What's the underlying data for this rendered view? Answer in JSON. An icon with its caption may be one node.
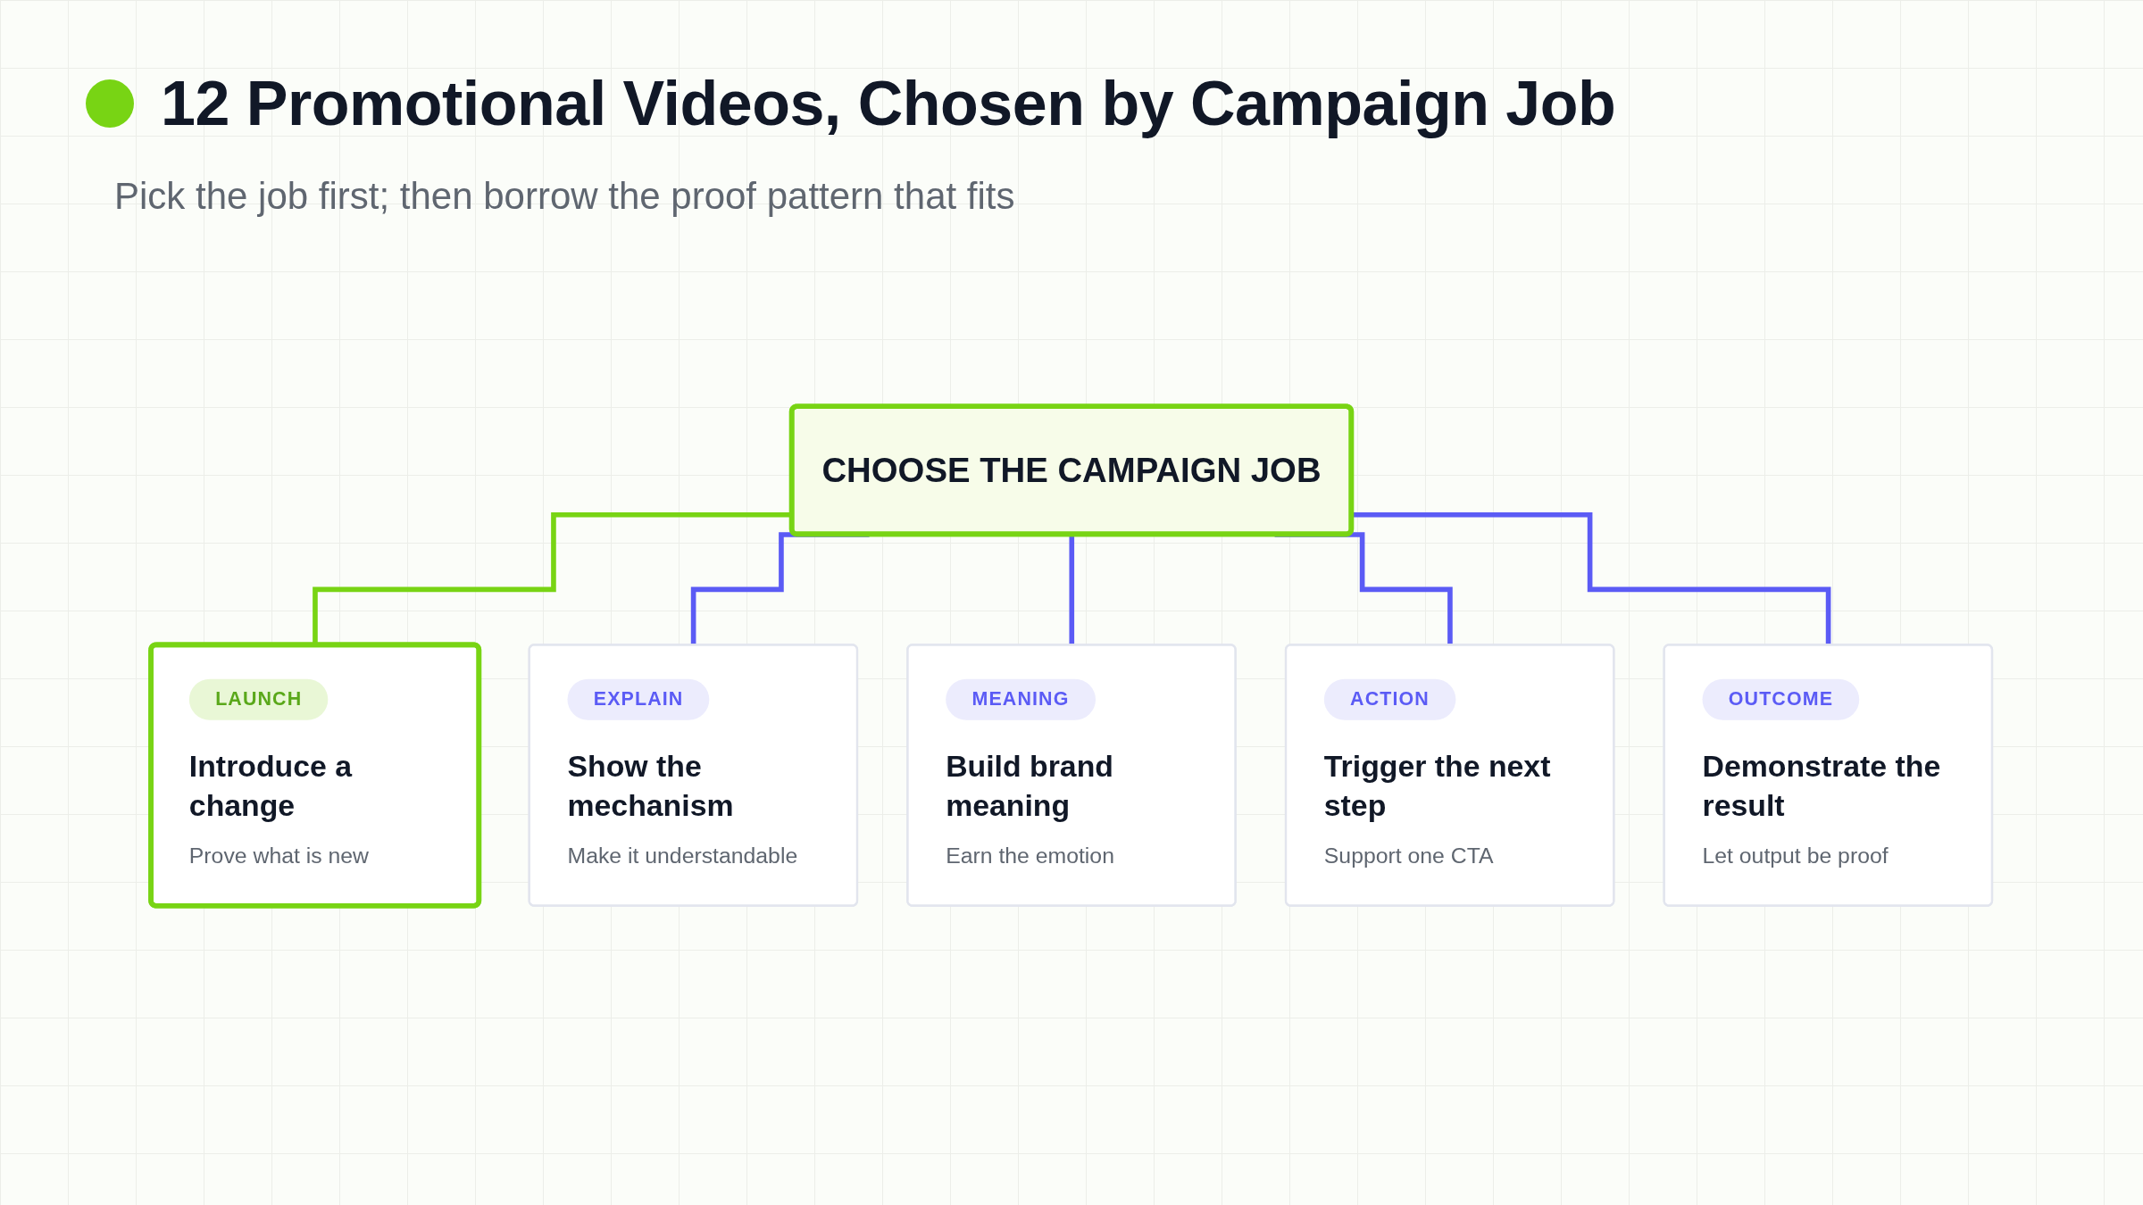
{
  "diagram": {
    "title": "12 Promotional Videos, Chosen by Campaign Job",
    "nodes": [
      {
        "text": [
          "CHOOSE THE CAMPAIGN JOB"
        ]
      },
      {
        "text": [
          "LAUNCH",
          "Introduce a change",
          "Prove what is new"
        ]
      },
      {
        "text": [
          "EXPLAIN",
          "Show the mechanism",
          "Make it understandable"
        ]
      },
      {
        "text": [
          "MEANING",
          "Build brand meaning",
          "Earn the emotion"
        ]
      },
      {
        "text": [
          "ACTION",
          "Trigger the next step",
          "Support one CTA"
        ]
      },
      {
        "text": [
          "OUTCOME",
          "Demonstrate the result",
          "Let output be proof"
        ]
      }
    ],
    "edges": [
      {
        "from": 0,
        "to": 1,
        "arrow": "none",
        "color": "#78d414"
      },
      {
        "from": 0,
        "to": 2,
        "arrow": "none"
      },
      {
        "from": 0,
        "to": 3,
        "arrow": "none"
      },
      {
        "from": 0,
        "to": 4,
        "arrow": "none"
      },
      {
        "from": 0,
        "to": 5,
        "arrow": "none"
      }
    ],
    "labels": [
      "Pick the job first; then borrow the proof pattern that fits"
    ]
  }
}
